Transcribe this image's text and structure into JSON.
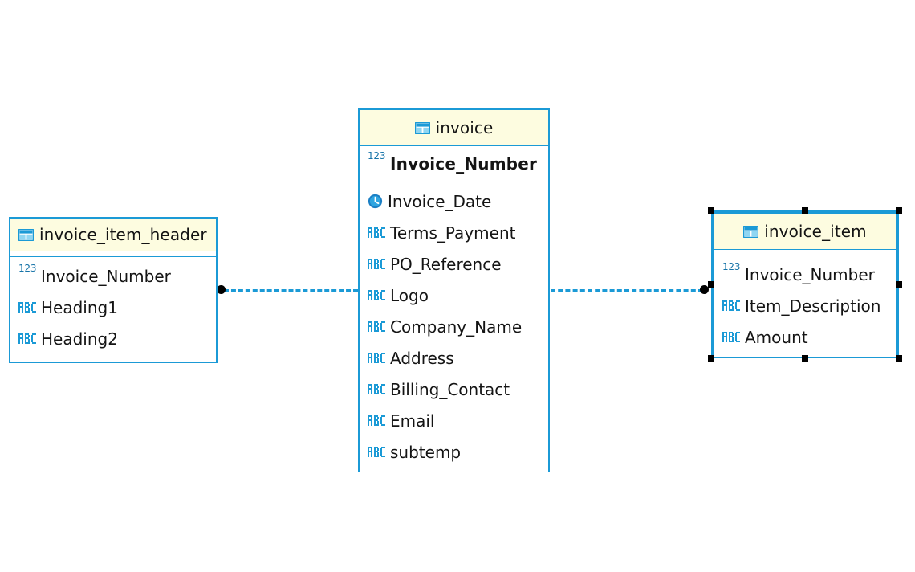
{
  "canvas": {
    "background": "#ffffff",
    "accent": "#1b9ad6",
    "header_fill": "#fdfce0",
    "text_color": "#141414",
    "icon_color": "#1b9ad6"
  },
  "entities": [
    {
      "id": "invoice_item_header",
      "name": "invoice_item_header",
      "title_icon": "table-icon",
      "selected": false,
      "title_align": "left",
      "fields": [
        {
          "name": "Invoice_Number",
          "type_icon": "number-icon",
          "pk": false
        },
        {
          "name": "Heading1",
          "type_icon": "text-icon",
          "pk": false
        },
        {
          "name": "Heading2",
          "type_icon": "text-icon",
          "pk": false
        }
      ]
    },
    {
      "id": "invoice",
      "name": "invoice",
      "title_icon": "table-icon",
      "selected": false,
      "title_align": "center",
      "primary_key": {
        "name": "Invoice_Number",
        "type_icon": "number-icon",
        "pk": true
      },
      "fields": [
        {
          "name": "Invoice_Date",
          "type_icon": "date-icon",
          "pk": false
        },
        {
          "name": "Terms_Payment",
          "type_icon": "text-icon",
          "pk": false
        },
        {
          "name": "PO_Reference",
          "type_icon": "text-icon",
          "pk": false
        },
        {
          "name": "Logo",
          "type_icon": "text-icon",
          "pk": false
        },
        {
          "name": "Company_Name",
          "type_icon": "text-icon",
          "pk": false
        },
        {
          "name": "Address",
          "type_icon": "text-icon",
          "pk": false
        },
        {
          "name": "Billing_Contact",
          "type_icon": "text-icon",
          "pk": false
        },
        {
          "name": "Email",
          "type_icon": "text-icon",
          "pk": false
        },
        {
          "name": "subtemp",
          "type_icon": "text-icon",
          "pk": false
        }
      ]
    },
    {
      "id": "invoice_item",
      "name": "invoice_item",
      "title_icon": "table-icon",
      "selected": true,
      "title_align": "center",
      "fields": [
        {
          "name": "Invoice_Number",
          "type_icon": "number-icon",
          "pk": false
        },
        {
          "name": "Item_Description",
          "type_icon": "text-icon",
          "pk": false
        },
        {
          "name": "Amount",
          "type_icon": "text-icon",
          "pk": false
        }
      ]
    }
  ],
  "relationships": [
    {
      "id": "rel-header-invoice",
      "from": "invoice_item_header",
      "to": "invoice",
      "style": "dashed",
      "color": "#1b9ad6"
    },
    {
      "id": "rel-invoice-item",
      "from": "invoice",
      "to": "invoice_item",
      "style": "dashed",
      "color": "#1b9ad6"
    }
  ]
}
